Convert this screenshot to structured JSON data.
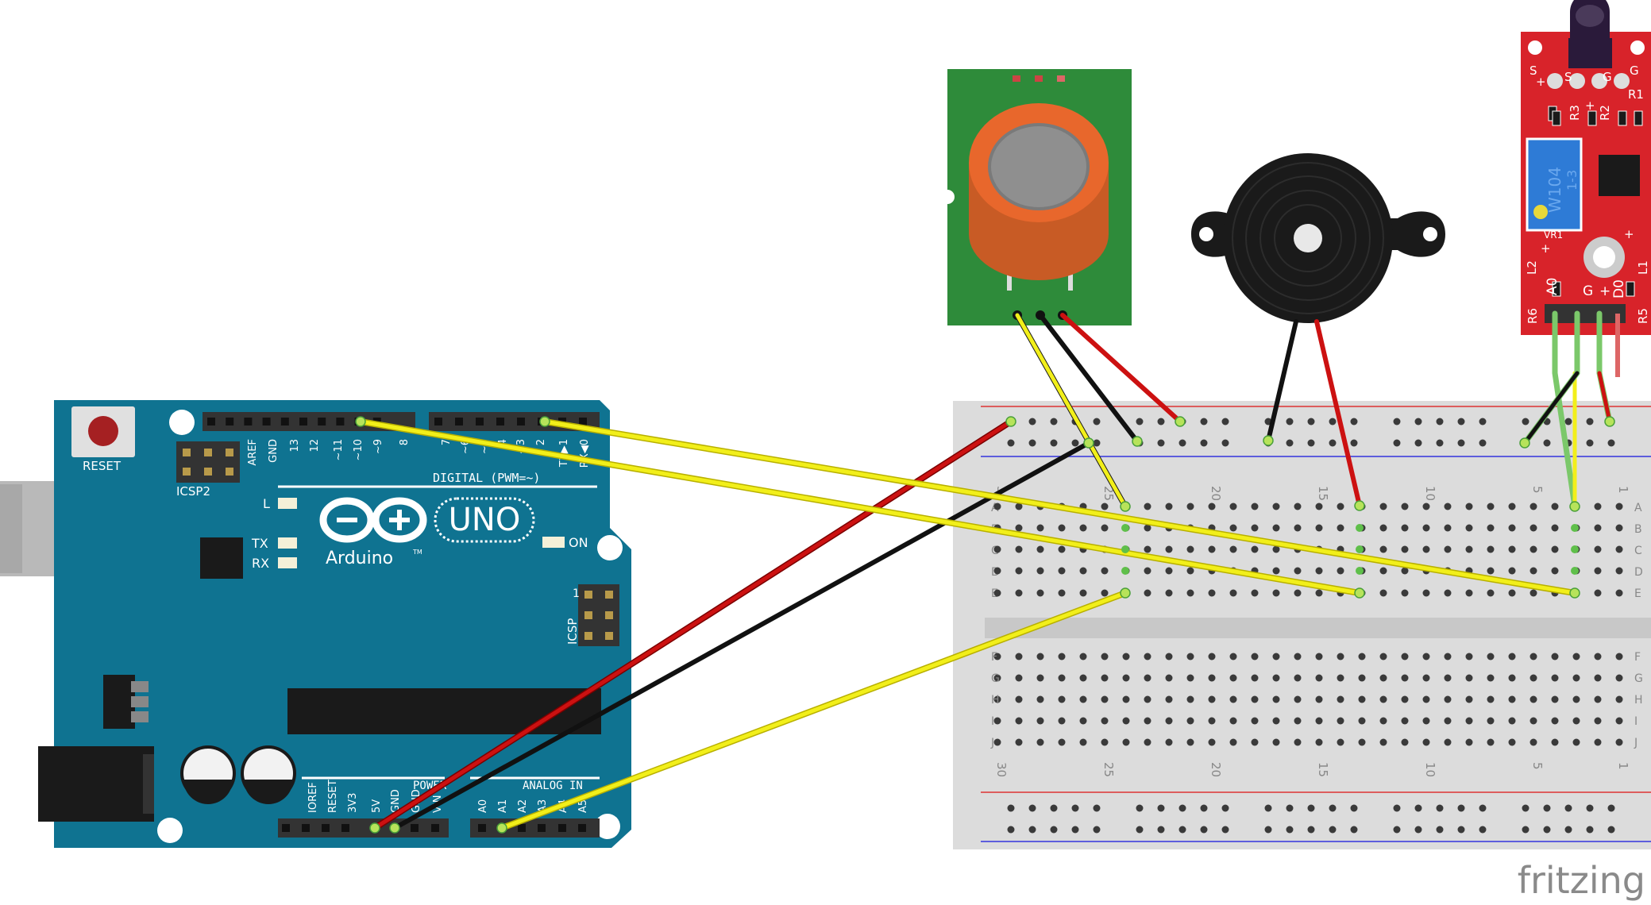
{
  "arduino": {
    "reset_label": "RESET",
    "icsp2_label": "ICSP2",
    "icsp_label": "ICSP",
    "icsp_pin1_label": "1",
    "brand": "Arduino",
    "trademark": "TM",
    "model": "UNO",
    "led_l": "L",
    "led_tx": "TX",
    "led_rx": "RX",
    "led_on": "ON",
    "digital_header_label": "DIGITAL (PWM=~)",
    "power_header_label": "POWER",
    "analog_header_label": "ANALOG IN",
    "digital_pins": [
      "AREF",
      "GND",
      "13",
      "12",
      "~11",
      "~10",
      "~9",
      "8",
      "7",
      "~6",
      "~5",
      "4",
      "~3",
      "2",
      "TX▶1",
      "RX◀0"
    ],
    "power_pins": [
      "IOREF",
      "RESET",
      "3V3",
      "5V",
      "GND",
      "GND",
      "VIN"
    ],
    "analog_pins": [
      "A0",
      "A1",
      "A2",
      "A3",
      "A4",
      "A5"
    ],
    "board_color": "#0f7391"
  },
  "breadboard": {
    "column_labels": [
      "30",
      "25",
      "20",
      "15",
      "10",
      "5",
      "1"
    ],
    "row_labels_top": [
      "A",
      "B",
      "C",
      "D",
      "E"
    ],
    "row_labels_bottom": [
      "F",
      "G",
      "H",
      "I",
      "J"
    ]
  },
  "gas_sensor": {
    "board_color": "#2e8b3a",
    "cap_color": "#e8672c"
  },
  "buzzer": {
    "color": "#111111"
  },
  "flame_sensor": {
    "board_color": "#d8232a",
    "silkscreen": [
      "S",
      "+",
      "S",
      "G",
      "G",
      "R1",
      "R3",
      "R2",
      "+",
      "VR1",
      "A0",
      "G",
      "+",
      "D0",
      "L2",
      "L1",
      "R6",
      "R5",
      "+",
      "+"
    ],
    "pot_text": [
      "W104",
      "1-3"
    ]
  },
  "wires": [
    {
      "name": "gas-sensor-signal",
      "color": "#f2ef1a"
    },
    {
      "name": "gas-sensor-ground",
      "color": "#111111"
    },
    {
      "name": "gas-sensor-power",
      "color": "#cc1111"
    },
    {
      "name": "buzzer-ground",
      "color": "#111111"
    },
    {
      "name": "buzzer-signal",
      "color": "#cc1111"
    },
    {
      "name": "flame-sensor-wires",
      "color": "#7bc86a"
    },
    {
      "name": "arduino-5v-to-rail",
      "color": "#cc1111"
    },
    {
      "name": "arduino-gnd-to-rail",
      "color": "#111111"
    },
    {
      "name": "arduino-a1-to-breadboard",
      "color": "#f2ef1a"
    },
    {
      "name": "arduino-d10-to-breadboard",
      "color": "#f2ef1a"
    },
    {
      "name": "arduino-d2-to-breadboard",
      "color": "#f2ef1a"
    }
  ],
  "watermark": "fritzing"
}
